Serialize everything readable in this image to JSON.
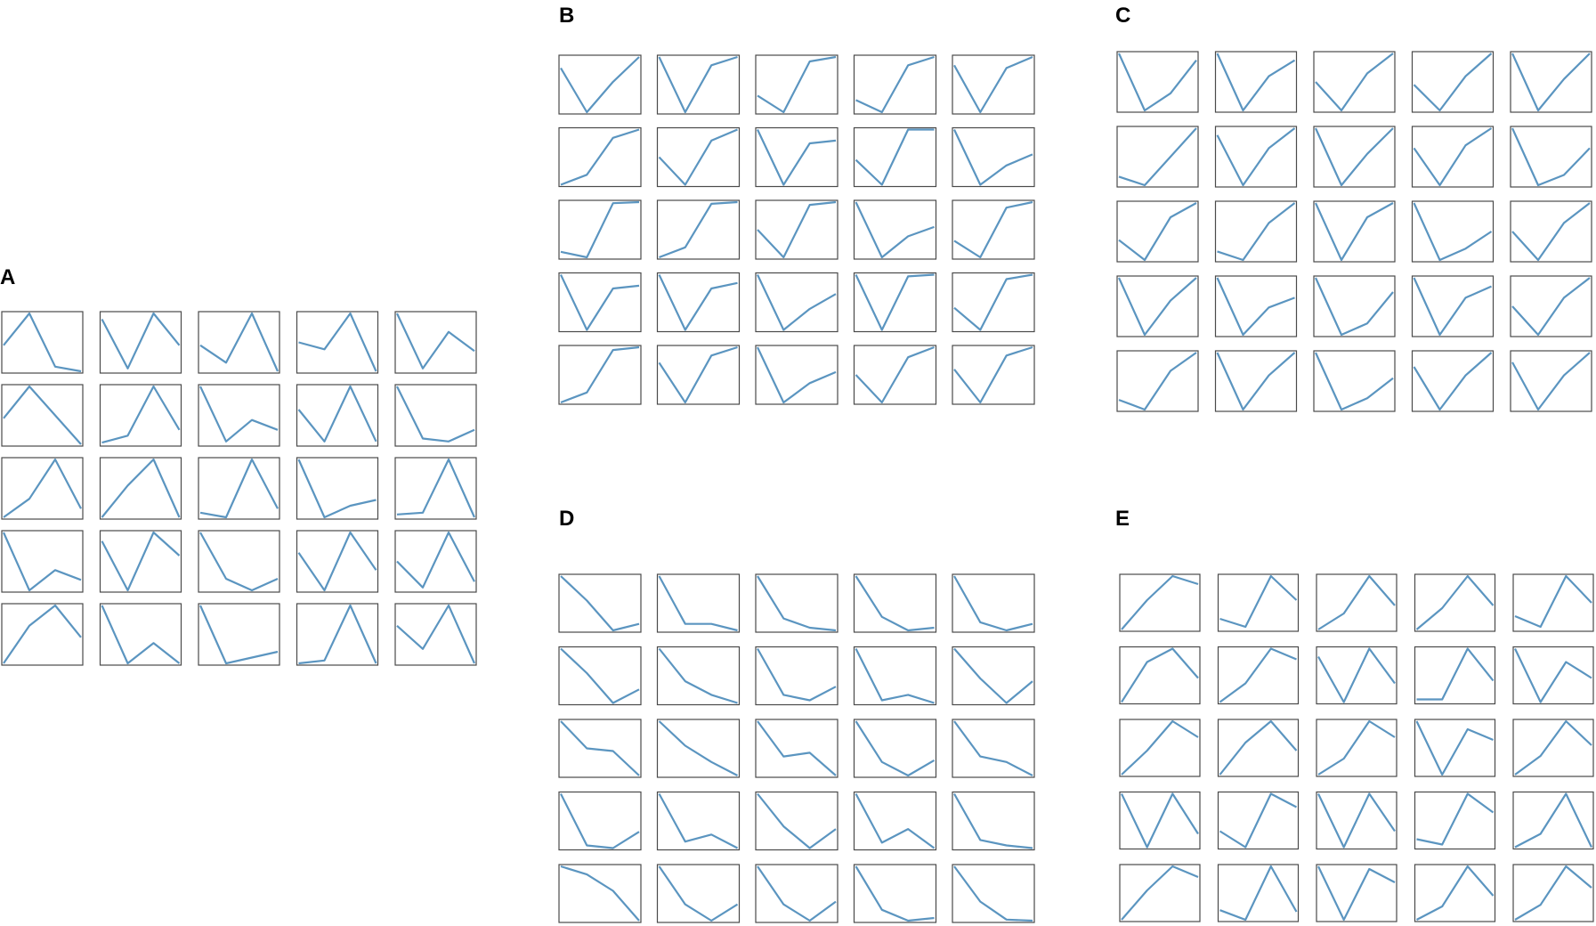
{
  "style": {
    "line_color": "#5b95c0",
    "frame_color": "#4a4a4a"
  },
  "chart_data": [
    {
      "type": "line",
      "panel": "A",
      "grid": false,
      "ylim": [
        0,
        1
      ],
      "series": [
        {
          "values": [
            0.45,
            1.0,
            0.08,
            0.0
          ]
        },
        {
          "values": [
            0.9,
            0.05,
            1.0,
            0.45
          ]
        },
        {
          "values": [
            0.45,
            0.15,
            1.0,
            0.0
          ]
        },
        {
          "values": [
            0.5,
            0.38,
            1.0,
            0.0
          ]
        },
        {
          "values": [
            1.0,
            0.05,
            0.68,
            0.35
          ]
        },
        {
          "values": [
            0.45,
            1.0,
            0.5,
            0.0
          ]
        },
        {
          "values": [
            0.03,
            0.15,
            1.0,
            0.25
          ]
        },
        {
          "values": [
            1.0,
            0.05,
            0.42,
            0.25
          ]
        },
        {
          "values": [
            0.6,
            0.05,
            1.0,
            0.05
          ]
        },
        {
          "values": [
            1.0,
            0.1,
            0.05,
            0.25
          ]
        },
        {
          "values": [
            0.0,
            0.32,
            1.0,
            0.15
          ]
        },
        {
          "values": [
            0.0,
            0.55,
            1.0,
            0.0
          ]
        },
        {
          "values": [
            0.08,
            0.0,
            1.0,
            0.15
          ]
        },
        {
          "values": [
            1.0,
            0.0,
            0.2,
            0.3
          ]
        },
        {
          "values": [
            0.05,
            0.08,
            1.0,
            0.0
          ]
        },
        {
          "values": [
            1.0,
            0.0,
            0.35,
            0.18
          ]
        },
        {
          "values": [
            0.85,
            0.0,
            1.0,
            0.6
          ]
        },
        {
          "values": [
            1.0,
            0.2,
            0.0,
            0.2
          ]
        },
        {
          "values": [
            0.65,
            0.0,
            1.0,
            0.35
          ]
        },
        {
          "values": [
            0.5,
            0.05,
            1.0,
            0.15
          ]
        },
        {
          "values": [
            0.0,
            0.65,
            1.0,
            0.45
          ]
        },
        {
          "values": [
            1.0,
            0.0,
            0.35,
            0.0
          ]
        },
        {
          "values": [
            1.0,
            0.0,
            0.1,
            0.2
          ]
        },
        {
          "values": [
            0.0,
            0.05,
            1.0,
            0.0
          ]
        },
        {
          "values": [
            0.65,
            0.25,
            1.0,
            0.0
          ]
        }
      ]
    },
    {
      "type": "line",
      "panel": "B",
      "grid": false,
      "ylim": [
        0,
        1
      ],
      "series": [
        {
          "values": [
            0.8,
            0.0,
            0.55,
            1.0
          ]
        },
        {
          "values": [
            1.0,
            0.0,
            0.85,
            1.0
          ]
        },
        {
          "values": [
            0.3,
            0.0,
            0.92,
            1.0
          ]
        },
        {
          "values": [
            0.22,
            0.0,
            0.85,
            1.0
          ]
        },
        {
          "values": [
            0.85,
            0.0,
            0.8,
            1.0
          ]
        },
        {
          "values": [
            0.0,
            0.18,
            0.85,
            1.0
          ]
        },
        {
          "values": [
            0.5,
            0.0,
            0.8,
            1.0
          ]
        },
        {
          "values": [
            1.0,
            0.0,
            0.75,
            0.8
          ]
        },
        {
          "values": [
            0.45,
            0.0,
            1.0,
            1.0
          ]
        },
        {
          "values": [
            1.0,
            0.0,
            0.35,
            0.55
          ]
        },
        {
          "values": [
            0.1,
            0.0,
            0.98,
            1.0
          ]
        },
        {
          "values": [
            0.0,
            0.18,
            0.97,
            1.0
          ]
        },
        {
          "values": [
            0.5,
            0.0,
            0.95,
            1.0
          ]
        },
        {
          "values": [
            1.0,
            0.0,
            0.38,
            0.55
          ]
        },
        {
          "values": [
            0.3,
            0.0,
            0.9,
            1.0
          ]
        },
        {
          "values": [
            1.0,
            0.0,
            0.75,
            0.8
          ]
        },
        {
          "values": [
            1.0,
            0.0,
            0.75,
            0.85
          ]
        },
        {
          "values": [
            1.0,
            0.0,
            0.38,
            0.65
          ]
        },
        {
          "values": [
            1.0,
            0.0,
            0.97,
            1.0
          ]
        },
        {
          "values": [
            0.4,
            0.0,
            0.92,
            1.0
          ]
        },
        {
          "values": [
            0.0,
            0.18,
            0.95,
            1.0
          ]
        },
        {
          "values": [
            0.72,
            0.0,
            0.85,
            1.0
          ]
        },
        {
          "values": [
            1.0,
            0.0,
            0.35,
            0.55
          ]
        },
        {
          "values": [
            0.5,
            0.0,
            0.82,
            1.0
          ]
        },
        {
          "values": [
            0.6,
            0.0,
            0.85,
            1.0
          ]
        }
      ]
    },
    {
      "type": "line",
      "panel": "C",
      "grid": false,
      "ylim": [
        0,
        1
      ],
      "series": [
        {
          "values": [
            1.0,
            0.0,
            0.3,
            0.88
          ]
        },
        {
          "values": [
            1.0,
            0.0,
            0.6,
            0.88
          ]
        },
        {
          "values": [
            0.5,
            0.0,
            0.65,
            1.0
          ]
        },
        {
          "values": [
            0.45,
            0.0,
            0.6,
            1.0
          ]
        },
        {
          "values": [
            1.0,
            0.0,
            0.55,
            1.0
          ]
        },
        {
          "values": [
            0.15,
            0.0,
            0.5,
            1.0
          ]
        },
        {
          "values": [
            0.88,
            0.0,
            0.65,
            1.0
          ]
        },
        {
          "values": [
            1.0,
            0.0,
            0.55,
            1.0
          ]
        },
        {
          "values": [
            0.65,
            0.0,
            0.7,
            1.0
          ]
        },
        {
          "values": [
            1.0,
            0.0,
            0.18,
            0.65
          ]
        },
        {
          "values": [
            0.35,
            0.0,
            0.75,
            1.0
          ]
        },
        {
          "values": [
            0.15,
            0.0,
            0.65,
            1.0
          ]
        },
        {
          "values": [
            1.0,
            0.0,
            0.75,
            1.0
          ]
        },
        {
          "values": [
            1.0,
            0.0,
            0.2,
            0.5
          ]
        },
        {
          "values": [
            0.5,
            0.0,
            0.65,
            1.0
          ]
        },
        {
          "values": [
            1.0,
            0.0,
            0.6,
            1.0
          ]
        },
        {
          "values": [
            1.0,
            0.0,
            0.48,
            0.65
          ]
        },
        {
          "values": [
            1.0,
            0.0,
            0.2,
            0.75
          ]
        },
        {
          "values": [
            1.0,
            0.0,
            0.65,
            0.85
          ]
        },
        {
          "values": [
            0.5,
            0.0,
            0.65,
            1.0
          ]
        },
        {
          "values": [
            0.17,
            0.0,
            0.68,
            1.0
          ]
        },
        {
          "values": [
            1.0,
            0.0,
            0.6,
            1.0
          ]
        },
        {
          "values": [
            1.0,
            0.0,
            0.2,
            0.55
          ]
        },
        {
          "values": [
            0.75,
            0.0,
            0.6,
            1.0
          ]
        },
        {
          "values": [
            0.83,
            0.0,
            0.6,
            1.0
          ]
        }
      ]
    },
    {
      "type": "line",
      "panel": "D",
      "grid": false,
      "ylim": [
        0,
        1
      ],
      "series": [
        {
          "values": [
            1.0,
            0.55,
            0.0,
            0.12
          ]
        },
        {
          "values": [
            1.0,
            0.12,
            0.12,
            0.0
          ]
        },
        {
          "values": [
            1.0,
            0.22,
            0.05,
            0.0
          ]
        },
        {
          "values": [
            1.0,
            0.25,
            0.0,
            0.05
          ]
        },
        {
          "values": [
            1.0,
            0.15,
            0.0,
            0.12
          ]
        },
        {
          "values": [
            1.0,
            0.55,
            0.0,
            0.25
          ]
        },
        {
          "values": [
            1.0,
            0.4,
            0.15,
            0.0
          ]
        },
        {
          "values": [
            1.0,
            0.15,
            0.05,
            0.3
          ]
        },
        {
          "values": [
            1.0,
            0.05,
            0.15,
            0.0
          ]
        },
        {
          "values": [
            1.0,
            0.45,
            0.0,
            0.4
          ]
        },
        {
          "values": [
            1.0,
            0.5,
            0.45,
            0.0
          ]
        },
        {
          "values": [
            1.0,
            0.55,
            0.25,
            0.0
          ]
        },
        {
          "values": [
            1.0,
            0.35,
            0.42,
            0.0
          ]
        },
        {
          "values": [
            1.0,
            0.25,
            0.0,
            0.28
          ]
        },
        {
          "values": [
            1.0,
            0.35,
            0.25,
            0.0
          ]
        },
        {
          "values": [
            1.0,
            0.05,
            0.0,
            0.3
          ]
        },
        {
          "values": [
            1.0,
            0.12,
            0.25,
            0.0
          ]
        },
        {
          "values": [
            1.0,
            0.4,
            0.0,
            0.35
          ]
        },
        {
          "values": [
            1.0,
            0.1,
            0.35,
            0.0
          ]
        },
        {
          "values": [
            1.0,
            0.15,
            0.05,
            0.0
          ]
        },
        {
          "values": [
            1.0,
            0.85,
            0.55,
            0.0
          ]
        },
        {
          "values": [
            1.0,
            0.3,
            0.0,
            0.3
          ]
        },
        {
          "values": [
            1.0,
            0.3,
            0.0,
            0.35
          ]
        },
        {
          "values": [
            1.0,
            0.2,
            0.0,
            0.05
          ]
        },
        {
          "values": [
            1.0,
            0.35,
            0.02,
            0.0
          ]
        }
      ]
    },
    {
      "type": "line",
      "panel": "E",
      "grid": false,
      "ylim": [
        0,
        1
      ],
      "series": [
        {
          "values": [
            0.0,
            0.55,
            1.0,
            0.85
          ]
        },
        {
          "values": [
            0.2,
            0.05,
            1.0,
            0.55
          ]
        },
        {
          "values": [
            0.0,
            0.3,
            1.0,
            0.45
          ]
        },
        {
          "values": [
            0.0,
            0.4,
            1.0,
            0.45
          ]
        },
        {
          "values": [
            0.25,
            0.05,
            1.0,
            0.5
          ]
        },
        {
          "values": [
            0.0,
            0.75,
            1.0,
            0.45
          ]
        },
        {
          "values": [
            0.0,
            0.35,
            1.0,
            0.8
          ]
        },
        {
          "values": [
            0.85,
            0.0,
            1.0,
            0.35
          ]
        },
        {
          "values": [
            0.05,
            0.05,
            1.0,
            0.4
          ]
        },
        {
          "values": [
            1.0,
            0.0,
            0.75,
            0.45
          ]
        },
        {
          "values": [
            0.0,
            0.45,
            1.0,
            0.7
          ]
        },
        {
          "values": [
            0.0,
            0.6,
            1.0,
            0.45
          ]
        },
        {
          "values": [
            0.0,
            0.3,
            1.0,
            0.7
          ]
        },
        {
          "values": [
            1.0,
            0.0,
            0.85,
            0.65
          ]
        },
        {
          "values": [
            0.0,
            0.35,
            1.0,
            0.55
          ]
        },
        {
          "values": [
            1.0,
            0.0,
            1.0,
            0.25
          ]
        },
        {
          "values": [
            0.3,
            0.0,
            1.0,
            0.75
          ]
        },
        {
          "values": [
            1.0,
            0.0,
            1.0,
            0.3
          ]
        },
        {
          "values": [
            0.15,
            0.05,
            1.0,
            0.65
          ]
        },
        {
          "values": [
            0.0,
            0.25,
            1.0,
            0.0
          ]
        },
        {
          "values": [
            0.0,
            0.55,
            1.0,
            0.8
          ]
        },
        {
          "values": [
            0.18,
            0.0,
            1.0,
            0.15
          ]
        },
        {
          "values": [
            1.0,
            0.0,
            0.95,
            0.7
          ]
        },
        {
          "values": [
            0.0,
            0.25,
            1.0,
            0.45
          ]
        },
        {
          "values": [
            0.0,
            0.28,
            1.0,
            0.6
          ]
        }
      ]
    }
  ]
}
